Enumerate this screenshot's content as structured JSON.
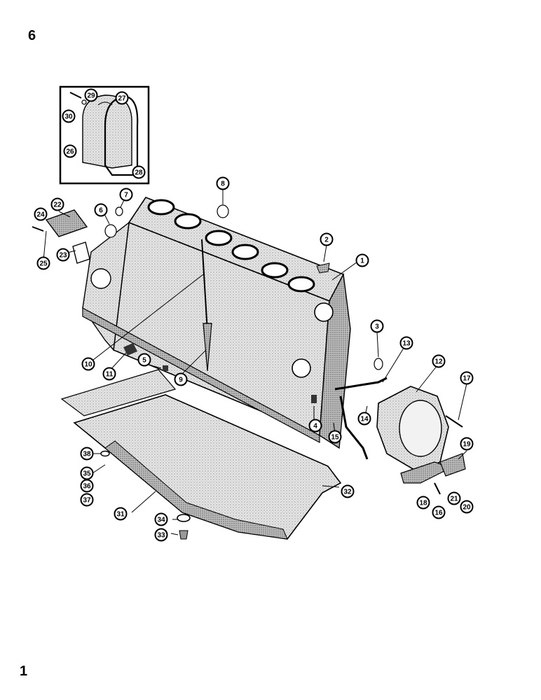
{
  "page": {
    "number": "6",
    "corner_mark": "1"
  },
  "callouts": [
    {
      "id": "c1",
      "label": "1"
    },
    {
      "id": "c2",
      "label": "2"
    },
    {
      "id": "c3",
      "label": "3"
    },
    {
      "id": "c4",
      "label": "4"
    },
    {
      "id": "c5",
      "label": "5"
    },
    {
      "id": "c6",
      "label": "6"
    },
    {
      "id": "c7",
      "label": "7"
    },
    {
      "id": "c8",
      "label": "8"
    },
    {
      "id": "c9",
      "label": "9"
    },
    {
      "id": "c10",
      "label": "10"
    },
    {
      "id": "c11",
      "label": "11"
    },
    {
      "id": "c12",
      "label": "12"
    },
    {
      "id": "c13",
      "label": "13"
    },
    {
      "id": "c14",
      "label": "14"
    },
    {
      "id": "c15",
      "label": "15"
    },
    {
      "id": "c16",
      "label": "16"
    },
    {
      "id": "c17",
      "label": "17"
    },
    {
      "id": "c18",
      "label": "18"
    },
    {
      "id": "c19",
      "label": "19"
    },
    {
      "id": "c20",
      "label": "20"
    },
    {
      "id": "c21",
      "label": "21"
    },
    {
      "id": "c22",
      "label": "22"
    },
    {
      "id": "c23",
      "label": "23"
    },
    {
      "id": "c24",
      "label": "24"
    },
    {
      "id": "c25",
      "label": "25"
    },
    {
      "id": "c26",
      "label": "26"
    },
    {
      "id": "c27",
      "label": "27"
    },
    {
      "id": "c28",
      "label": "28"
    },
    {
      "id": "c29",
      "label": "29"
    },
    {
      "id": "c30",
      "label": "30"
    },
    {
      "id": "c31",
      "label": "31"
    },
    {
      "id": "c32",
      "label": "32"
    },
    {
      "id": "c33",
      "label": "33"
    },
    {
      "id": "c34",
      "label": "34"
    },
    {
      "id": "c35",
      "label": "35"
    },
    {
      "id": "c36",
      "label": "36"
    },
    {
      "id": "c37",
      "label": "37"
    },
    {
      "id": "c38",
      "label": "38"
    }
  ]
}
